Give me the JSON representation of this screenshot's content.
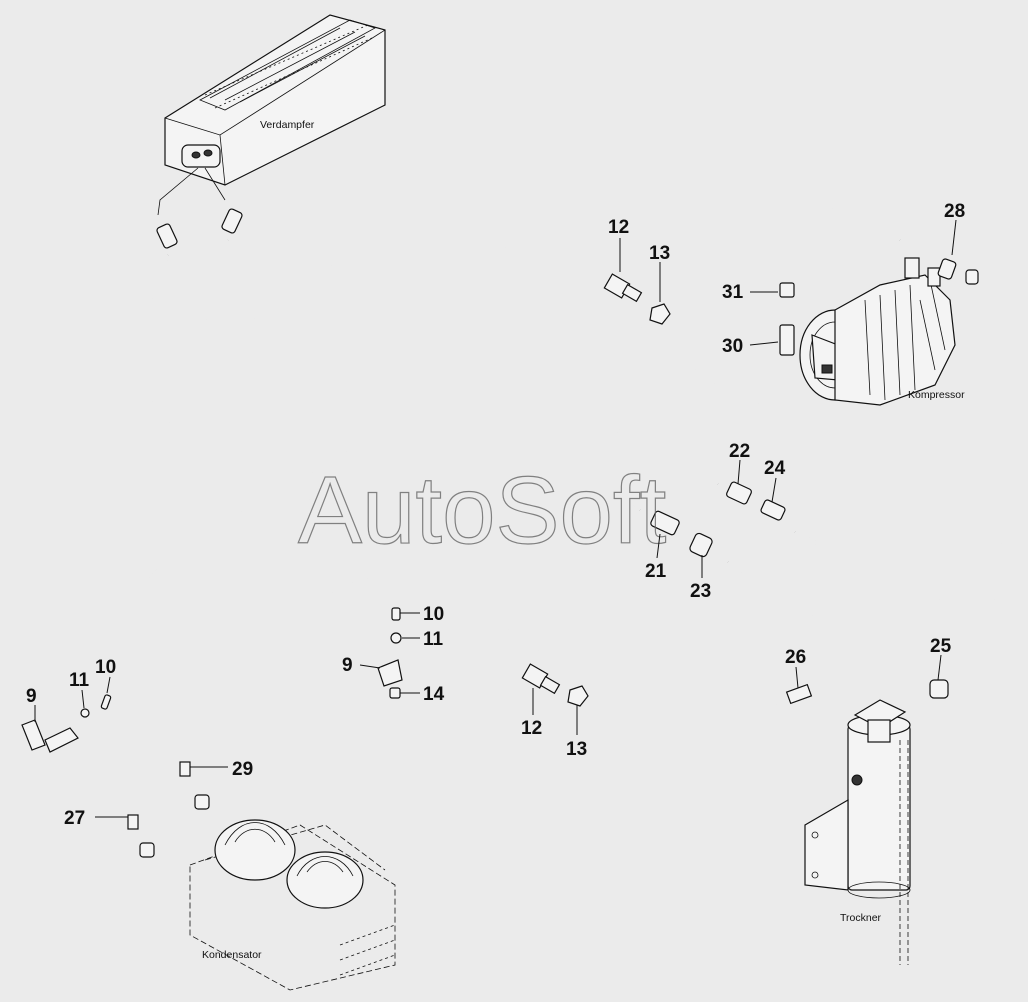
{
  "components": {
    "evaporator": "Verdampfer",
    "compressor": "Kompressor",
    "dryer": "Trockner",
    "condenser": "Kondensator"
  },
  "watermark": "AutoSoft",
  "callouts": {
    "c12a": "12",
    "c13a": "13",
    "c31": "31",
    "c30": "30",
    "c28": "28",
    "c22": "22",
    "c24": "24",
    "c21": "21",
    "c23": "23",
    "c10a": "10",
    "c11a": "11",
    "c9a": "9",
    "c14": "14",
    "c10b": "10",
    "c11b": "11",
    "c9b": "9",
    "c12b": "12",
    "c13b": "13",
    "c26": "26",
    "c25": "25",
    "c29": "29",
    "c27": "27"
  }
}
